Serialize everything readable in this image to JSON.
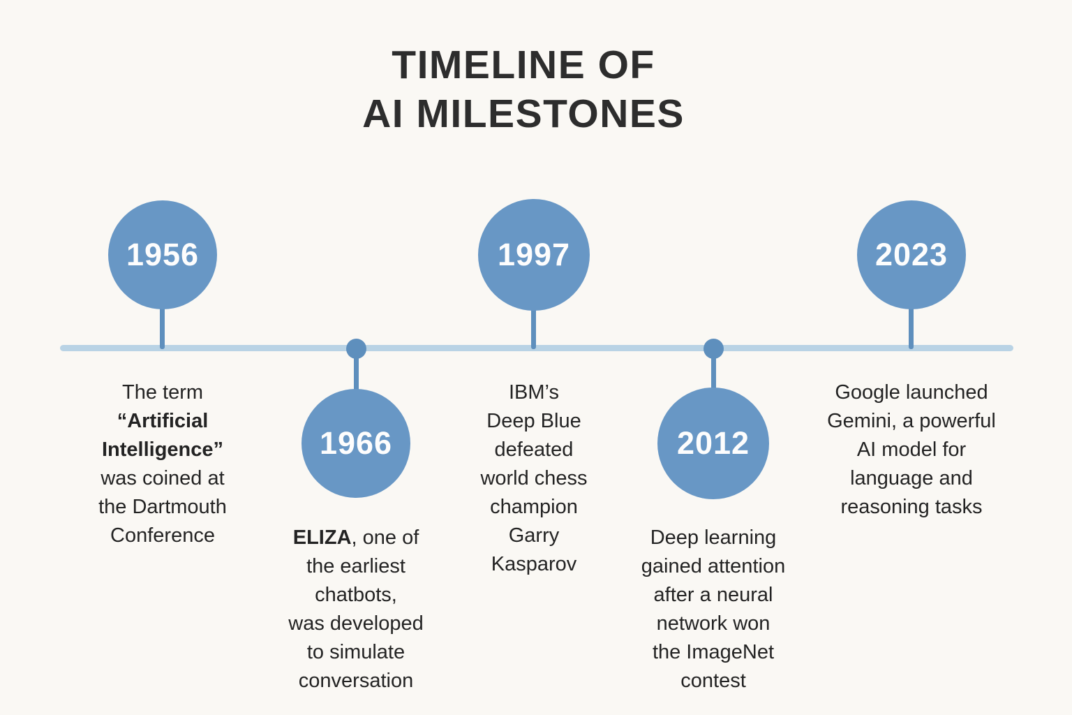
{
  "title": {
    "line1": "TIMELINE OF",
    "line2": "AI MILESTONES"
  },
  "colors": {
    "background": "#faf8f4",
    "circle": "#6897c5",
    "stem": "#5e8fbd",
    "line": "#b9d3e5",
    "year_text": "#fdfdfd",
    "title_text": "#2d2d2d",
    "body_text": "#232323"
  },
  "milestones": [
    {
      "year": "1956",
      "position": "above",
      "lines": [
        [
          {
            "t": "The term",
            "b": false
          }
        ],
        [
          {
            "t": "“Artificial",
            "b": true
          }
        ],
        [
          {
            "t": "Intelligence”",
            "b": true
          }
        ],
        [
          {
            "t": "was coined at",
            "b": false
          }
        ],
        [
          {
            "t": "the Dartmouth",
            "b": false
          }
        ],
        [
          {
            "t": "Conference",
            "b": false
          }
        ]
      ]
    },
    {
      "year": "1966",
      "position": "below",
      "lines": [
        [
          {
            "t": "ELIZA",
            "b": true
          },
          {
            "t": ", one of",
            "b": false
          }
        ],
        [
          {
            "t": "the earliest",
            "b": false
          }
        ],
        [
          {
            "t": "chatbots,",
            "b": false
          }
        ],
        [
          {
            "t": "was developed",
            "b": false
          }
        ],
        [
          {
            "t": "to simulate",
            "b": false
          }
        ],
        [
          {
            "t": "conversation",
            "b": false
          }
        ]
      ]
    },
    {
      "year": "1997",
      "position": "above",
      "lines": [
        [
          {
            "t": "IBM’s",
            "b": false
          }
        ],
        [
          {
            "t": "Deep Blue",
            "b": false
          }
        ],
        [
          {
            "t": "defeated",
            "b": false
          }
        ],
        [
          {
            "t": "world chess",
            "b": false
          }
        ],
        [
          {
            "t": "champion",
            "b": false
          }
        ],
        [
          {
            "t": "Garry",
            "b": false
          }
        ],
        [
          {
            "t": "Kasparov",
            "b": false
          }
        ]
      ]
    },
    {
      "year": "2012",
      "position": "below",
      "lines": [
        [
          {
            "t": "Deep learning",
            "b": false
          }
        ],
        [
          {
            "t": "gained attention",
            "b": false
          }
        ],
        [
          {
            "t": "after a neural",
            "b": false
          }
        ],
        [
          {
            "t": "network won",
            "b": false
          }
        ],
        [
          {
            "t": "the ImageNet",
            "b": false
          }
        ],
        [
          {
            "t": "contest",
            "b": false
          }
        ]
      ]
    },
    {
      "year": "2023",
      "position": "above",
      "lines": [
        [
          {
            "t": "Google launched",
            "b": false
          }
        ],
        [
          {
            "t": "Gemini, a powerful",
            "b": false
          }
        ],
        [
          {
            "t": "AI model for",
            "b": false
          }
        ],
        [
          {
            "t": "language and",
            "b": false
          }
        ],
        [
          {
            "t": "reasoning tasks",
            "b": false
          }
        ]
      ]
    }
  ]
}
